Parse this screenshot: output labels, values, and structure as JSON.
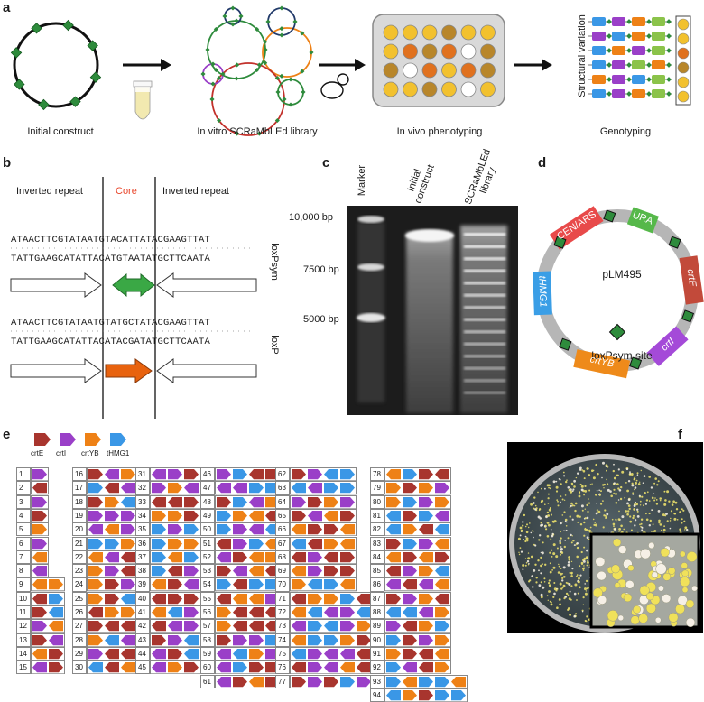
{
  "panels": {
    "a": "a",
    "b": "b",
    "c": "c",
    "d": "d",
    "e": "e",
    "f": "f"
  },
  "panel_a": {
    "captions": [
      "Initial construct",
      "In vitro SCRaMbLEd library",
      "In vivo phenotyping",
      "Genotyping"
    ],
    "axis_label": "Structural variation",
    "colors": {
      "green_site": "#2e8b3c",
      "tube": "#f2e9b0",
      "plate_bg": "#d9d9d9",
      "well_yellow": "#f2c12e",
      "well_orange": "#e0711e",
      "well_brown": "#b8862a",
      "well_white": "#ffffff"
    },
    "wells": [
      [
        "#f2c12e",
        "#f2c12e",
        "#f2c12e",
        "#b8862a",
        "#f2c12e",
        "#f2c12e"
      ],
      [
        "#f2c12e",
        "#e0711e",
        "#b8862a",
        "#e0711e",
        "#ffffff",
        "#b8862a"
      ],
      [
        "#b8862a",
        "#ffffff",
        "#e0711e",
        "#f2c12e",
        "#e0711e",
        "#b8862a"
      ],
      [
        "#f2c12e",
        "#f2c12e",
        "#b8862a",
        "#f2c12e",
        "#ffffff",
        "#f2c12e"
      ]
    ],
    "genotype_wells": [
      "#f2c12e",
      "#f2c12e",
      "#e0711e",
      "#b8862a",
      "#f2c12e",
      "#f2c12e"
    ]
  },
  "panel_b": {
    "left_label": "Inverted repeat",
    "core_label": "Core",
    "right_label": "Inverted repeat",
    "loxPsym": {
      "top": "ATAACTTCGTATAATGTACATTATACGAAGTTAT",
      "bottom": "TATTGAAGCATATTACATGTAATATGCTTCAATA",
      "name": "loxPsym"
    },
    "loxP": {
      "top": "ATAACTTCGTATAATGTATGCTATACGAAGTTAT",
      "bottom": "TATTGAAGCATATTACATACGATATGCTTCAATA",
      "name": "loxP"
    },
    "colors": {
      "core": "#e8452a",
      "green_arrow": "#3aa845",
      "orange_arrow": "#e8620e"
    }
  },
  "panel_c": {
    "lane_labels": [
      "Marker",
      "Initial construct",
      "SCRaMbLEd library"
    ],
    "ladder": [
      "10,000 bp",
      "7500 bp",
      "5000 bp"
    ]
  },
  "panel_d": {
    "plasmid": "pLM495",
    "site_label": "loxPsym site",
    "segments": [
      {
        "label": "CEN/ARS",
        "color": "#e84a4a"
      },
      {
        "label": "URA",
        "color": "#56b84a"
      },
      {
        "label": "crtE",
        "color": "#c24a3a"
      },
      {
        "label": "crtI",
        "color": "#a44ad8"
      },
      {
        "label": "crtYB",
        "color": "#ee8a1a"
      },
      {
        "label": "tHMG1",
        "color": "#3a9ee6"
      }
    ]
  },
  "panel_e": {
    "legend": [
      {
        "label": "crtE",
        "color": "#a8352e"
      },
      {
        "label": "crtI",
        "color": "#9a3fc8"
      },
      {
        "label": "crtYB",
        "color": "#ee8116"
      },
      {
        "label": "tHMG1",
        "color": "#3a97e6"
      }
    ],
    "columns": [
      {
        "start": 1,
        "end": 15
      },
      {
        "start": 16,
        "end": 30
      },
      {
        "start": 31,
        "end": 45
      },
      {
        "start": 46,
        "end": 61
      },
      {
        "start": 62,
        "end": 77
      },
      {
        "start": 78,
        "end": 94
      }
    ]
  },
  "panel_f": {
    "colors": {
      "plate": "#3e4a4d",
      "colony_yellow": "#e9de6a",
      "colony_white": "#f3ede0"
    }
  }
}
